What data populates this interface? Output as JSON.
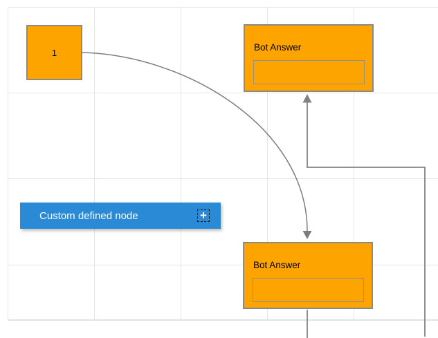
{
  "diagram": {
    "start_node": {
      "label": "1"
    },
    "bot_answer_top": {
      "title": "Bot Answer",
      "input_value": ""
    },
    "bot_answer_bottom": {
      "title": "Bot Answer",
      "input_value": ""
    },
    "custom_node": {
      "label": "Custom defined node",
      "add_handle_glyph": "+"
    }
  },
  "colors": {
    "node_fill": "#fda400",
    "node_border": "#8a8a8a",
    "custom_node_fill": "#2b8ad6",
    "custom_node_text": "#ffffff",
    "connector": "#7d7d7d",
    "grid_line": "#e5e5e5",
    "canvas_bg": "#ffffff",
    "node_text": "#000000"
  }
}
